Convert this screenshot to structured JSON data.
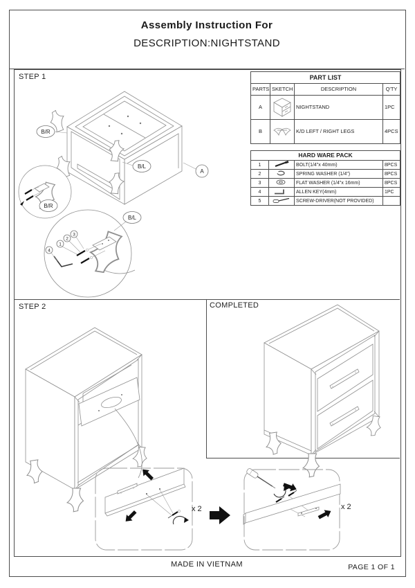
{
  "header": {
    "title": "Assembly Instruction For",
    "subtitle": "DESCRIPTION:NIGHTSTAND"
  },
  "sections": {
    "step1": "STEP 1",
    "step2": "STEP 2",
    "completed": "COMPLETED"
  },
  "part_list": {
    "title": "PART LIST",
    "headers": [
      "PARTS",
      "SKETCH",
      "DESCRIPTION",
      "Q'TY"
    ],
    "rows": [
      {
        "part": "A",
        "sketch": "nightstand-sketch",
        "description": "NIGHTSTAND",
        "qty": "1PC"
      },
      {
        "part": "B",
        "sketch": "kd-legs-sketch",
        "description": "K/D LEFT / RIGHT LEGS",
        "qty": "4PCS"
      }
    ]
  },
  "hardware_pack": {
    "title": "HARD WARE PACK",
    "rows": [
      {
        "num": "1",
        "icon": "bolt-icon",
        "description": "BOLT(1/4\"x 40mm)",
        "qty": "8PCS"
      },
      {
        "num": "2",
        "icon": "spring-washer-icon",
        "description": "SPRING WASHER (1/4\")",
        "qty": "8PCS"
      },
      {
        "num": "3",
        "icon": "flat-washer-icon",
        "description": "FLAT WASHER (1/4\"x 16mm)",
        "qty": "8PCS"
      },
      {
        "num": "4",
        "icon": "allen-key-icon",
        "description": "ALLEN KEY(4mm)",
        "qty": "1PC"
      },
      {
        "num": "5",
        "icon": "screwdriver-icon",
        "description": "SCREW-DRIVER(NOT PROVIDED)",
        "qty": ""
      }
    ]
  },
  "callouts": {
    "leg_right": "B/R",
    "leg_left": "B/L",
    "cabinet": "A",
    "n1": "1",
    "n2": "2",
    "n3": "3",
    "n4": "4",
    "times_two": "x 2"
  },
  "footer": {
    "made_in": "MADE IN VIETNAM",
    "page": "PAGE 1  OF 1"
  }
}
